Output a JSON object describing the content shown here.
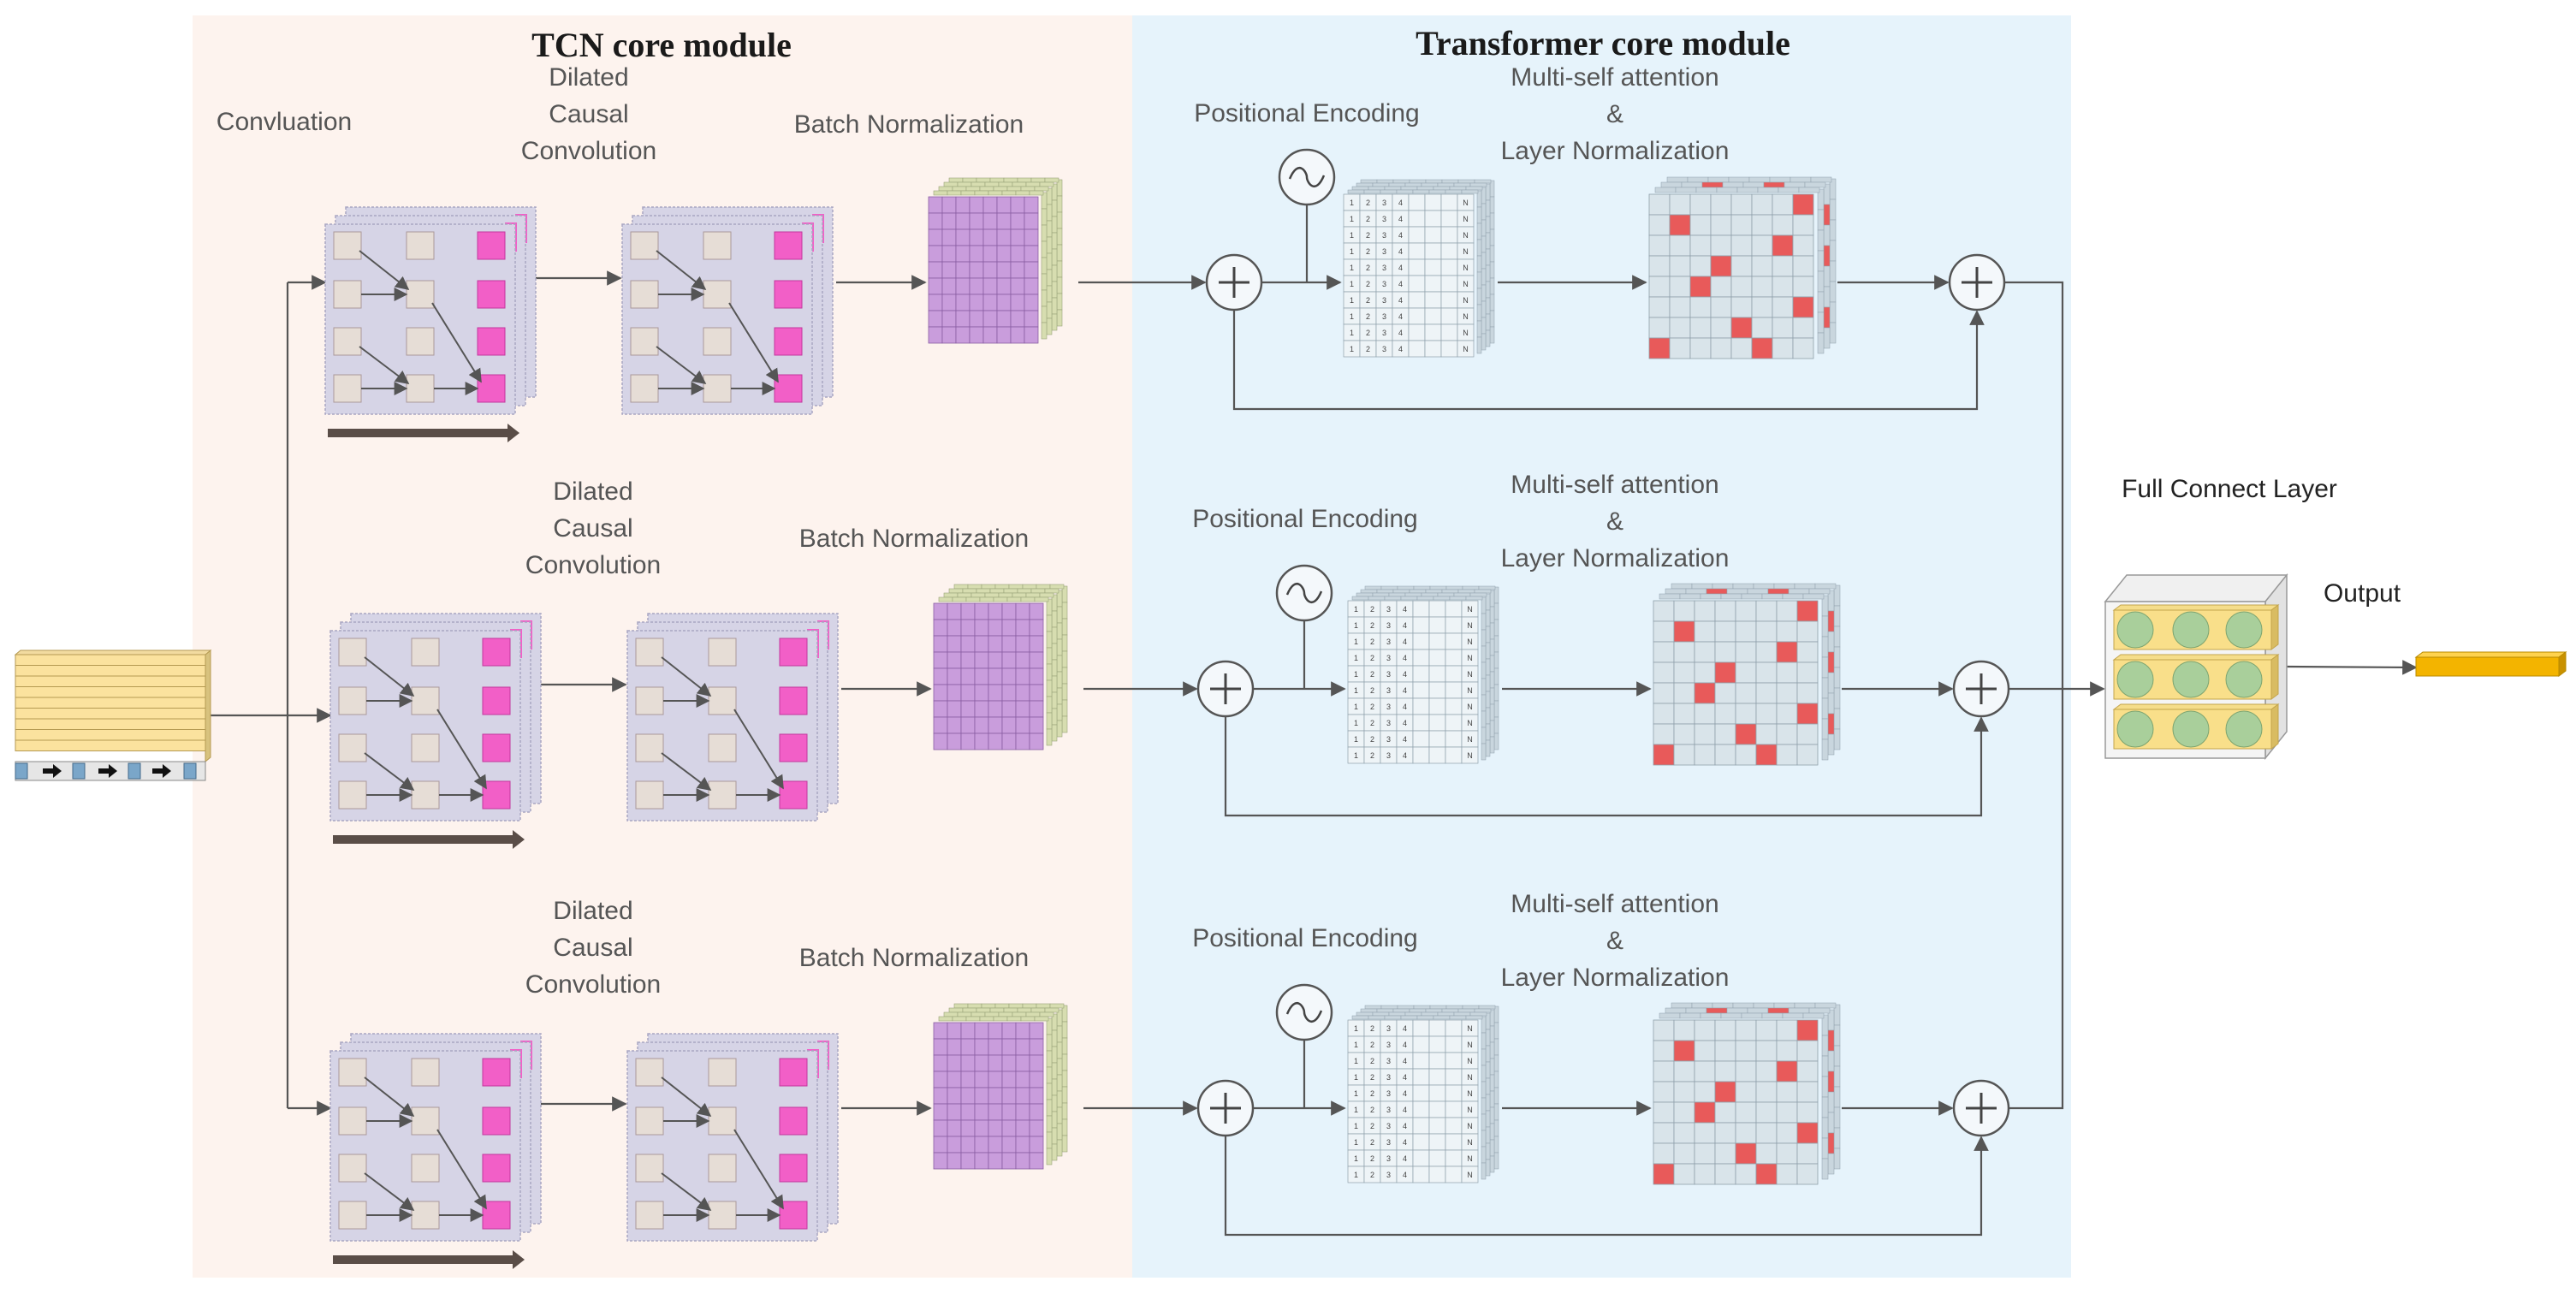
{
  "modules": {
    "tcn_title": "TCN core module",
    "transformer_title": "Transformer core module"
  },
  "labels": {
    "convolution": "Convluation",
    "dilated_line1": "Dilated",
    "dilated_line2": "Causal",
    "dilated_line3": "Convolution",
    "batch_norm": "Batch Normalization",
    "positional_encoding": "Positional Encoding",
    "msa_line1": "Multi-self attention",
    "msa_line2": "&",
    "msa_line3": "Layer Normalization",
    "full_connect": "Full Connect Layer",
    "output": "Output"
  },
  "grid_labels": [
    "1",
    "2",
    "3",
    "4",
    "N"
  ],
  "colors": {
    "tcn_bg": "#fdf3ee",
    "transformer_bg": "#e6f3fb",
    "conv_block": "#d6d4e6",
    "conv_node": "#e6ddd6",
    "conv_out": "#f25fc7",
    "batch_norm": "#c99ddc",
    "grid_cell": "#dce8ef",
    "attention_red": "#e85a5a",
    "input_yellow": "#fbe29e",
    "output_bar": "#f3b400",
    "fc_circle": "#a9cf9b",
    "line": "#555555"
  }
}
